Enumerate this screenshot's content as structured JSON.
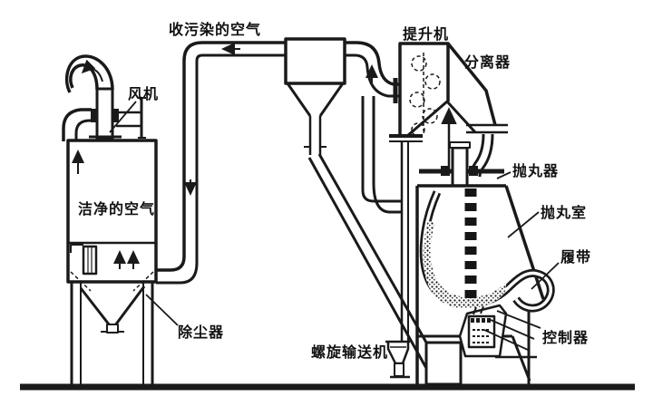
{
  "diagram": {
    "type": "schematic",
    "subject": "shot-blasting machine airflow and abrasive circulation system",
    "background": "#ffffff",
    "line_color": "#1a1a1a",
    "labels": {
      "polluted_air": "收污染的空气",
      "fan": "风机",
      "clean_air": "洁净的空气",
      "dust_collector": "除尘器",
      "elevator": "提升机",
      "separator": "分离器",
      "shot_blaster": "抛丸器",
      "blast_chamber": "抛丸室",
      "crawler_belt": "履带",
      "controller": "控制器",
      "screw_conveyor": "螺旋输送机"
    }
  }
}
